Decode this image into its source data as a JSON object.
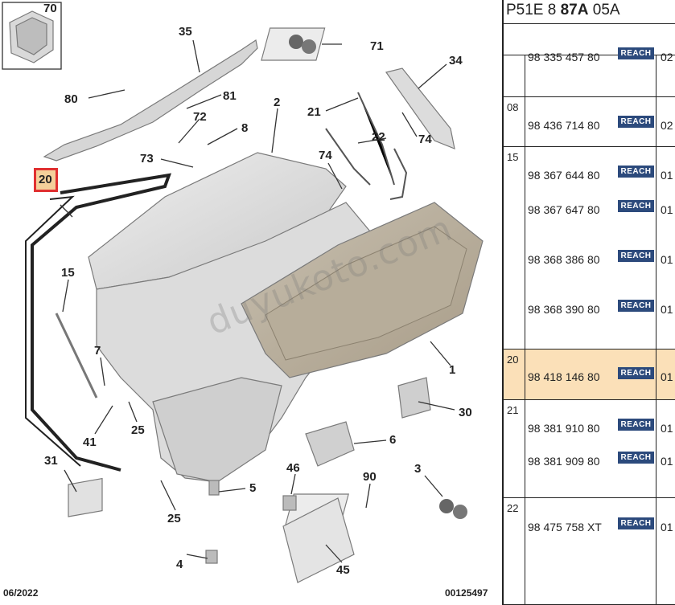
{
  "callouts": [
    "70",
    "35",
    "71",
    "34",
    "80",
    "81",
    "2",
    "21",
    "72",
    "8",
    "22",
    "73",
    "74",
    "74",
    "20",
    "15",
    "7",
    "1",
    "30",
    "41",
    "25",
    "6",
    "31",
    "46",
    "90",
    "3",
    "5",
    "25",
    "4",
    "45"
  ],
  "footer": {
    "date": "06/2022",
    "ref": "00125497"
  },
  "watermark": "duyukoto.com",
  "highlight_ref": "20",
  "panel": {
    "header_prefix": "P51E 8 ",
    "header_bold": "87A",
    "header_suffix": " 05A",
    "reach_label": "REACH",
    "rows": [
      {
        "ref": "",
        "items": [
          {
            "pn": "98 335 457 80",
            "qty": "02"
          }
        ]
      },
      {
        "ref": "08",
        "items": [
          {
            "pn": "98 436 714 80",
            "qty": "02"
          }
        ]
      },
      {
        "ref": "15",
        "items": [
          {
            "pn": "98 367 644 80",
            "qty": "01"
          },
          {
            "pn": "98 367 647 80",
            "qty": "01"
          },
          {
            "pn": "98 368 386 80",
            "qty": "01"
          },
          {
            "pn": "98 368 390 80",
            "qty": "01"
          }
        ]
      },
      {
        "ref": "20",
        "items": [
          {
            "pn": "98 418 146 80",
            "qty": "01"
          }
        ]
      },
      {
        "ref": "21",
        "items": [
          {
            "pn": "98 381 910 80",
            "qty": "01"
          },
          {
            "pn": "98 381 909 80",
            "qty": "01"
          }
        ]
      },
      {
        "ref": "22",
        "items": [
          {
            "pn": "98 475 758 XT",
            "qty": "01"
          }
        ]
      }
    ]
  },
  "colors": {
    "highlight_row": "#fbe0b8",
    "highlight_border": "#e03030",
    "reach_badge": "#2c4a7c"
  }
}
